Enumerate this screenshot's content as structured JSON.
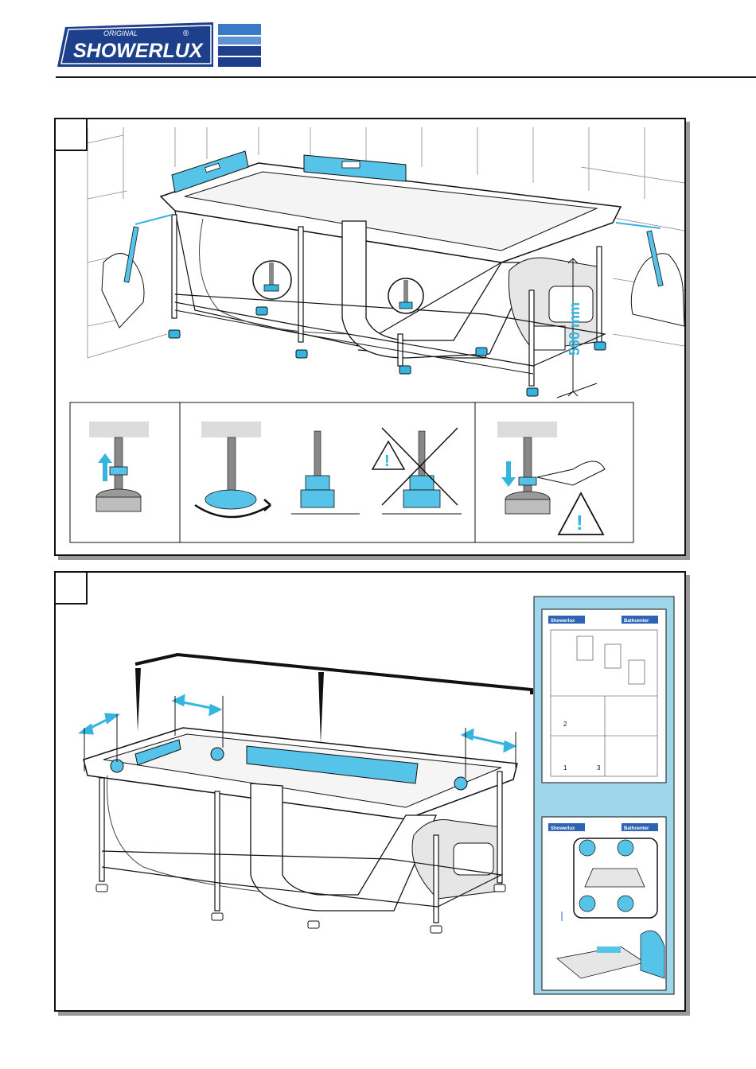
{
  "brand": {
    "top_text": "ORIGINAL",
    "name": "SHOWERLUX",
    "registered": "®",
    "colors": {
      "primary": "#1d3f8c",
      "light": "#3a78c8",
      "accent": "#56c3e8"
    }
  },
  "panel_1": {
    "dimension_label": "590 mm",
    "warning_glyph": "!",
    "warning_glyph_2": "!"
  },
  "panel_2": {
    "thumb_1": {
      "brand_left": "Showerlux",
      "brand_right": "Bathcenter",
      "steps": [
        "1",
        "2",
        "3"
      ]
    },
    "thumb_2": {
      "brand_left": "Showerlux",
      "brand_right": "Bathcenter"
    }
  }
}
